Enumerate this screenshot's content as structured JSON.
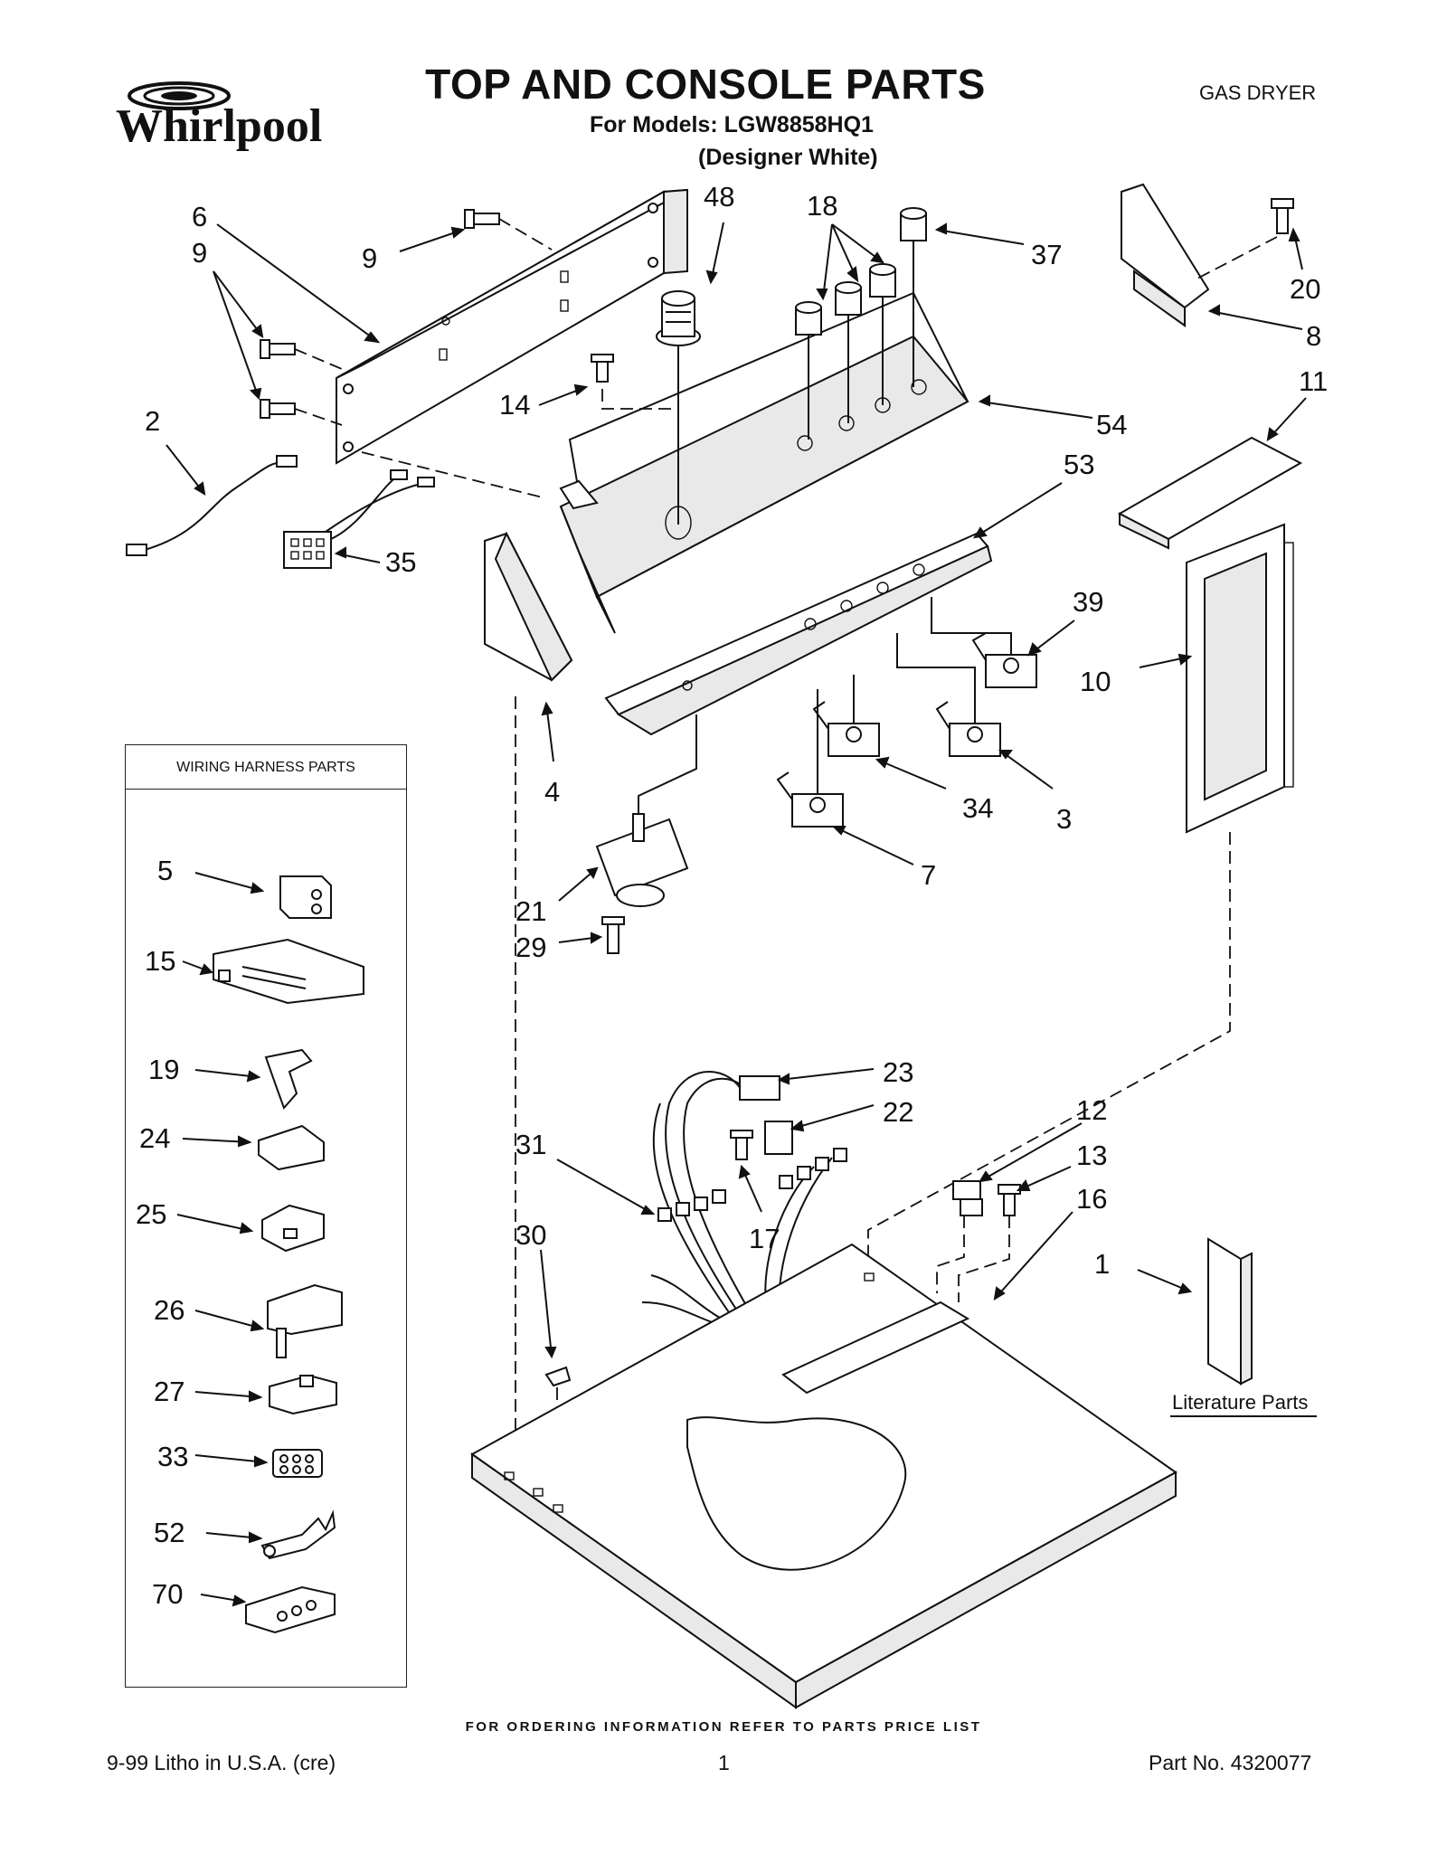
{
  "header": {
    "brand": "Whirlpool",
    "title": "TOP AND CONSOLE PARTS",
    "models_line": "For Models: LGW8858HQ1",
    "color_line": "(Designer White)",
    "product_type": "GAS DRYER"
  },
  "callouts": [
    "6",
    "9",
    "9",
    "48",
    "18",
    "37",
    "20",
    "8",
    "11",
    "2",
    "14",
    "54",
    "53",
    "35",
    "39",
    "10",
    "4",
    "34",
    "3",
    "7",
    "21",
    "29",
    "23",
    "22",
    "12",
    "13",
    "16",
    "31",
    "17",
    "30",
    "1"
  ],
  "literature_label": "Literature Parts",
  "harness": {
    "title": "WIRING HARNESS PARTS",
    "items": [
      "5",
      "15",
      "19",
      "24",
      "25",
      "26",
      "27",
      "33",
      "52",
      "70"
    ]
  },
  "footer": {
    "ordering": "FOR ORDERING INFORMATION REFER TO PARTS PRICE LIST",
    "litho": "9-99 Litho in U.S.A. (cre)",
    "page": "1",
    "part_no": "Part No. 4320077"
  },
  "colors": {
    "ink": "#111111",
    "background": "#ffffff"
  }
}
